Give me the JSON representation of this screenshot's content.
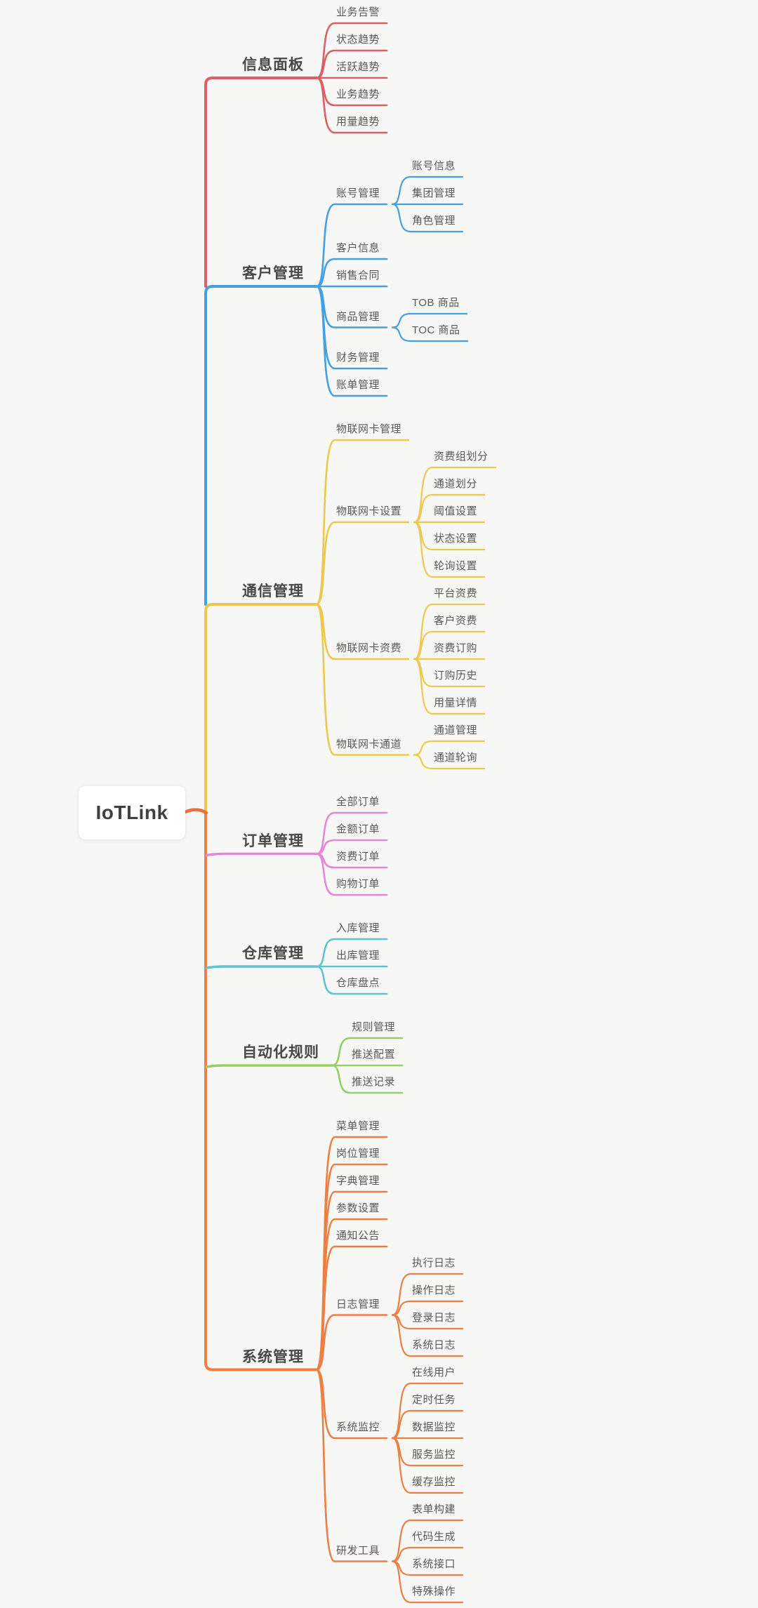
{
  "app": {
    "background": "#f7f7f5",
    "root_connector_color": "#eb6f3d"
  },
  "tree": {
    "id": "iotlink",
    "label": "IoTLink",
    "children": [
      {
        "id": "info-panel",
        "label": "信息面板",
        "color": "#d95f69",
        "children": [
          {
            "id": "biz-alarm",
            "label": "业务告警"
          },
          {
            "id": "status-trend",
            "label": "状态趋势"
          },
          {
            "id": "active-trend",
            "label": "活跃趋势"
          },
          {
            "id": "biz-trend",
            "label": "业务趋势"
          },
          {
            "id": "usage-trend",
            "label": "用量趋势"
          }
        ]
      },
      {
        "id": "customer-mgmt",
        "label": "客户管理",
        "color": "#45a0e2",
        "children": [
          {
            "id": "account-mgmt",
            "label": "账号管理",
            "children": [
              {
                "id": "account-info",
                "label": "账号信息"
              },
              {
                "id": "group-mgmt",
                "label": "集团管理"
              },
              {
                "id": "role-mgmt",
                "label": "角色管理"
              }
            ]
          },
          {
            "id": "customer-info",
            "label": "客户信息"
          },
          {
            "id": "sales-contract",
            "label": "销售合同"
          },
          {
            "id": "product-mgmt",
            "label": "商品管理",
            "children": [
              {
                "id": "tob-product",
                "label": "TOB 商品"
              },
              {
                "id": "toc-product",
                "label": "TOC 商品"
              }
            ]
          },
          {
            "id": "finance-mgmt",
            "label": "财务管理"
          },
          {
            "id": "bill-mgmt",
            "label": "账单管理"
          }
        ]
      },
      {
        "id": "comm-mgmt",
        "label": "通信管理",
        "color": "#edc84e",
        "children": [
          {
            "id": "iot-card-mgmt",
            "label": "物联网卡管理"
          },
          {
            "id": "iot-card-settings",
            "label": "物联网卡设置",
            "children": [
              {
                "id": "fee-group-division",
                "label": "资费组划分"
              },
              {
                "id": "channel-division",
                "label": "通道划分"
              },
              {
                "id": "threshold-settings",
                "label": "阈值设置"
              },
              {
                "id": "status-settings",
                "label": "状态设置"
              },
              {
                "id": "polling-settings",
                "label": "轮询设置"
              }
            ]
          },
          {
            "id": "iot-card-fee",
            "label": "物联网卡资费",
            "children": [
              {
                "id": "platform-fee",
                "label": "平台资费"
              },
              {
                "id": "customer-fee",
                "label": "客户资费"
              },
              {
                "id": "fee-subscribe",
                "label": "资费订购"
              },
              {
                "id": "subscribe-history",
                "label": "订购历史"
              },
              {
                "id": "usage-detail",
                "label": "用量详情"
              }
            ]
          },
          {
            "id": "iot-card-channel",
            "label": "物联网卡通道",
            "children": [
              {
                "id": "channel-mgmt",
                "label": "通道管理"
              },
              {
                "id": "channel-polling",
                "label": "通道轮询"
              }
            ]
          }
        ]
      },
      {
        "id": "order-mgmt",
        "label": "订单管理",
        "color": "#e687d5",
        "children": [
          {
            "id": "all-orders",
            "label": "全部订单"
          },
          {
            "id": "amount-orders",
            "label": "金额订单"
          },
          {
            "id": "fee-orders",
            "label": "资费订单"
          },
          {
            "id": "shopping-orders",
            "label": "购物订单"
          }
        ]
      },
      {
        "id": "warehouse-mgmt",
        "label": "仓库管理",
        "color": "#5cc5cd",
        "children": [
          {
            "id": "inbound-mgmt",
            "label": "入库管理"
          },
          {
            "id": "outbound-mgmt",
            "label": "出库管理"
          },
          {
            "id": "stocktaking",
            "label": "仓库盘点"
          }
        ]
      },
      {
        "id": "automation-rules",
        "label": "自动化规则",
        "color": "#93d167",
        "children": [
          {
            "id": "rule-mgmt",
            "label": "规则管理"
          },
          {
            "id": "push-config",
            "label": "推送配置"
          },
          {
            "id": "push-record",
            "label": "推送记录"
          }
        ]
      },
      {
        "id": "system-mgmt",
        "label": "系统管理",
        "color": "#ec7f43",
        "children": [
          {
            "id": "menu-mgmt",
            "label": "菜单管理"
          },
          {
            "id": "post-mgmt",
            "label": "岗位管理"
          },
          {
            "id": "dict-mgmt",
            "label": "字典管理"
          },
          {
            "id": "param-settings",
            "label": "参数设置"
          },
          {
            "id": "notice",
            "label": "通知公告"
          },
          {
            "id": "log-mgmt",
            "label": "日志管理",
            "children": [
              {
                "id": "exec-log",
                "label": "执行日志"
              },
              {
                "id": "operation-log",
                "label": "操作日志"
              },
              {
                "id": "login-log",
                "label": "登录日志"
              },
              {
                "id": "system-log",
                "label": "系统日志"
              }
            ]
          },
          {
            "id": "sys-monitor",
            "label": "系统监控",
            "children": [
              {
                "id": "online-users",
                "label": "在线用户"
              },
              {
                "id": "scheduled-tasks",
                "label": "定时任务"
              },
              {
                "id": "data-monitor",
                "label": "数据监控"
              },
              {
                "id": "service-monitor",
                "label": "服务监控"
              },
              {
                "id": "cache-monitor",
                "label": "缓存监控"
              }
            ]
          },
          {
            "id": "dev-tools",
            "label": "研发工具",
            "children": [
              {
                "id": "form-builder",
                "label": "表单构建"
              },
              {
                "id": "code-generation",
                "label": "代码生成"
              },
              {
                "id": "system-api",
                "label": "系统接口"
              },
              {
                "id": "special-operations",
                "label": "特殊操作"
              }
            ]
          }
        ]
      }
    ]
  }
}
